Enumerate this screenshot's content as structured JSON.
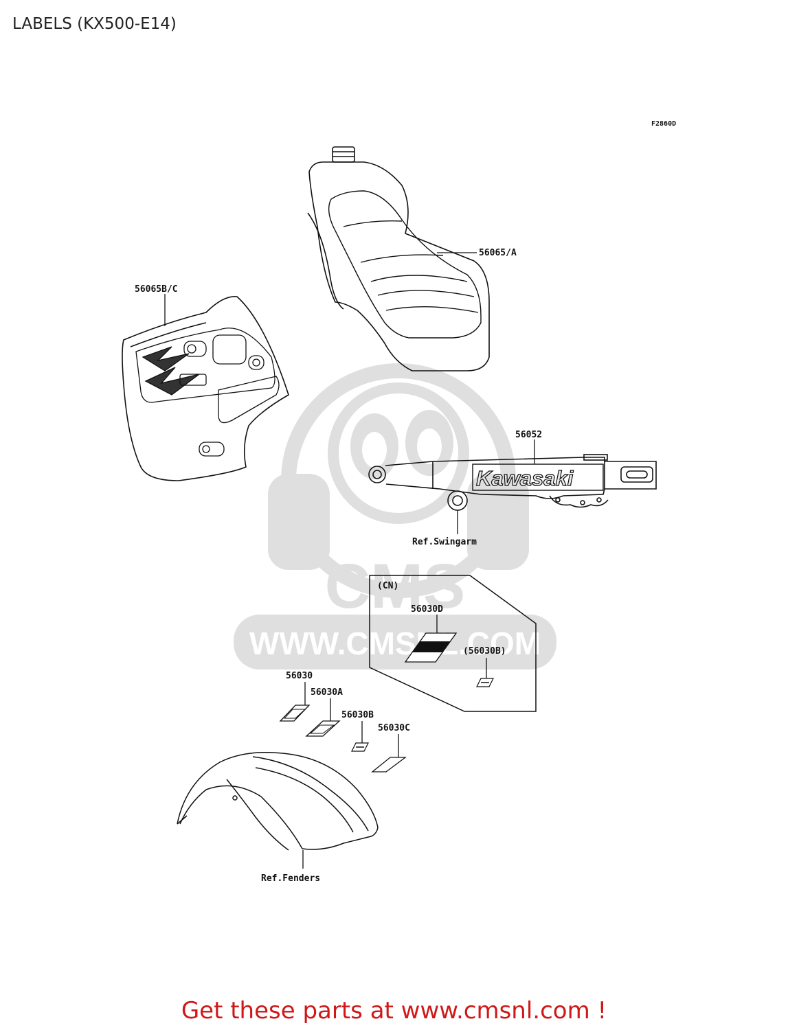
{
  "header": {
    "title": "LABELS (KX500-E14)"
  },
  "diagram": {
    "figure_code": "F2860D",
    "callouts": {
      "tank_decal": "56065/A",
      "shroud_decal": "56065B/C",
      "swingarm_decal": "56052",
      "swingarm_ref": "Ref.Swingarm",
      "cn_group": "(CN)",
      "cn_label_d": "56030D",
      "cn_label_b": "(56030B)",
      "label_56030": "56030",
      "label_56030a": "56030A",
      "label_56030b": "56030B",
      "label_56030c": "56030C",
      "fender_ref": "Ref.Fenders"
    },
    "brand_logo_text": "Kawasaki",
    "watermark": {
      "brand": "CMS",
      "url": "WWW.CMSNL.COM"
    }
  },
  "footer": {
    "link_text": "Get these parts at www.cmsnl.com !"
  },
  "colors": {
    "footer": "#d01818",
    "watermark": "#dcdcdc",
    "line": "#111111"
  }
}
